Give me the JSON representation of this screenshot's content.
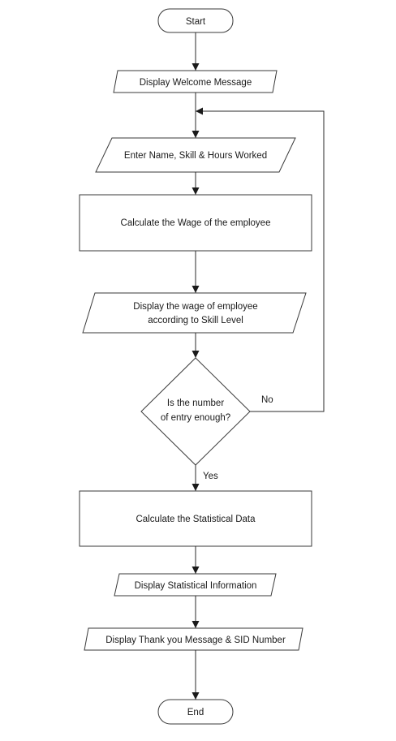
{
  "nodes": {
    "start": "Start",
    "welcome": "Display Welcome Message",
    "input": "Enter Name, Skill & Hours Worked",
    "calc_wage": "Calculate the Wage of the employee",
    "display_wage_line1": "Display the wage of employee",
    "display_wage_line2": "according to Skill Level",
    "decision_line1": "Is the number",
    "decision_line2": "of entry enough?",
    "calc_stats": "Calculate the Statistical Data",
    "display_stats": "Display Statistical Information",
    "thank_you": "Display Thank you Message & SID Number",
    "end": "End"
  },
  "edges": {
    "no_label": "No",
    "yes_label": "Yes"
  }
}
